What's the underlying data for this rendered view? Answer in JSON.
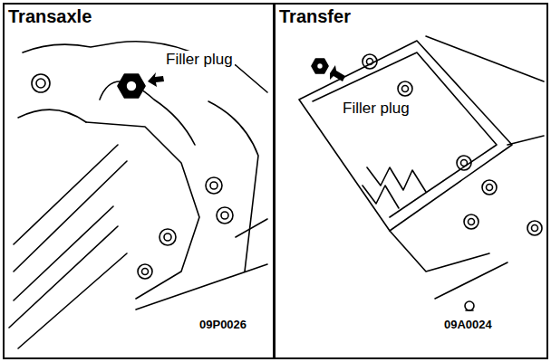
{
  "diagram": {
    "nodes": [
      {
        "text": [
          "Transaxle"
        ]
      },
      {
        "text": [
          "Transfer"
        ]
      }
    ],
    "labels": [
      "Filler plug",
      "Filler plug",
      "09P0026",
      "09A0024"
    ]
  }
}
